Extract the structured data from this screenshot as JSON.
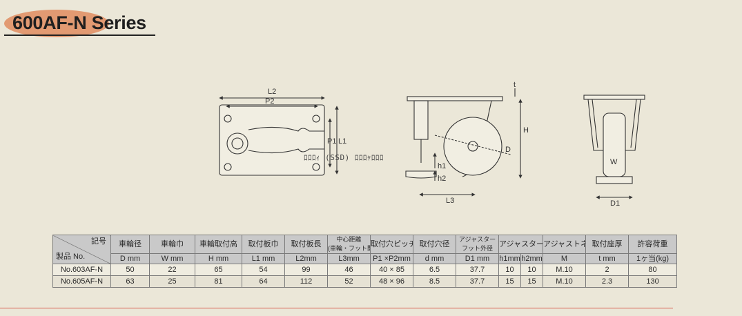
{
  "title": "600AF-N Series",
  "drawing": {
    "labels": {
      "l2": "L2",
      "p2": "P2",
      "p1": "P1",
      "l1": "L1",
      "t": "t",
      "h": "H",
      "d": "D",
      "h1": "h1",
      "h2": "h2",
      "l3": "L3",
      "w": "W",
      "d1": "D1"
    },
    "overlay_text": "ﾛﾛﾛｨ (SSD) ﾛﾛﾛｬﾛﾛﾛ"
  },
  "table": {
    "header_row1": {
      "corner_top": "記号",
      "wheel_dia": "車輪径",
      "wheel_width": "車輪巾",
      "mount_height": "車輪取付高",
      "plate_width": "取付板巾",
      "plate_length": "取付板長",
      "center_dist_l1": "中心距離",
      "center_dist_l2": "(車輪・フット間)",
      "hole_pitch": "取付穴ピッチ",
      "hole_dia": "取付穴径",
      "adj_foot_l1": "アジャスター",
      "adj_foot_l2": "フット外径",
      "adj_amount": "アジャスター量",
      "adj_screw": "アジャストネジ",
      "seat_thickness": "取付座厚",
      "allow_load": "許容荷重"
    },
    "header_row2": {
      "corner_bottom": "製品 No.",
      "d": "D mm",
      "w": "W mm",
      "h": "H mm",
      "l1": "L1 mm",
      "l2": "L2mm",
      "l3": "L3mm",
      "pitch": "P1 ×P2mm",
      "hole": "d mm",
      "d1": "D1 mm",
      "h1": "h1mm",
      "h2": "h2mm",
      "m": "M",
      "t": "t mm",
      "load": "1ヶ当(kg)"
    },
    "rows": [
      {
        "no": "No.603AF-N",
        "d": "50",
        "w": "22",
        "h": "65",
        "l1": "54",
        "l2": "99",
        "l3": "46",
        "pitch": "40 × 85",
        "hole": "6.5",
        "d1": "37.7",
        "h1": "10",
        "h2": "10",
        "m": "M.10",
        "t": "2",
        "load": "80"
      },
      {
        "no": "No.605AF-N",
        "d": "63",
        "w": "25",
        "h": "81",
        "l1": "64",
        "l2": "112",
        "l3": "52",
        "pitch": "48 × 96",
        "hole": "8.5",
        "d1": "37.7",
        "h1": "15",
        "h2": "15",
        "m": "M.10",
        "t": "2.3",
        "load": "130"
      }
    ]
  }
}
